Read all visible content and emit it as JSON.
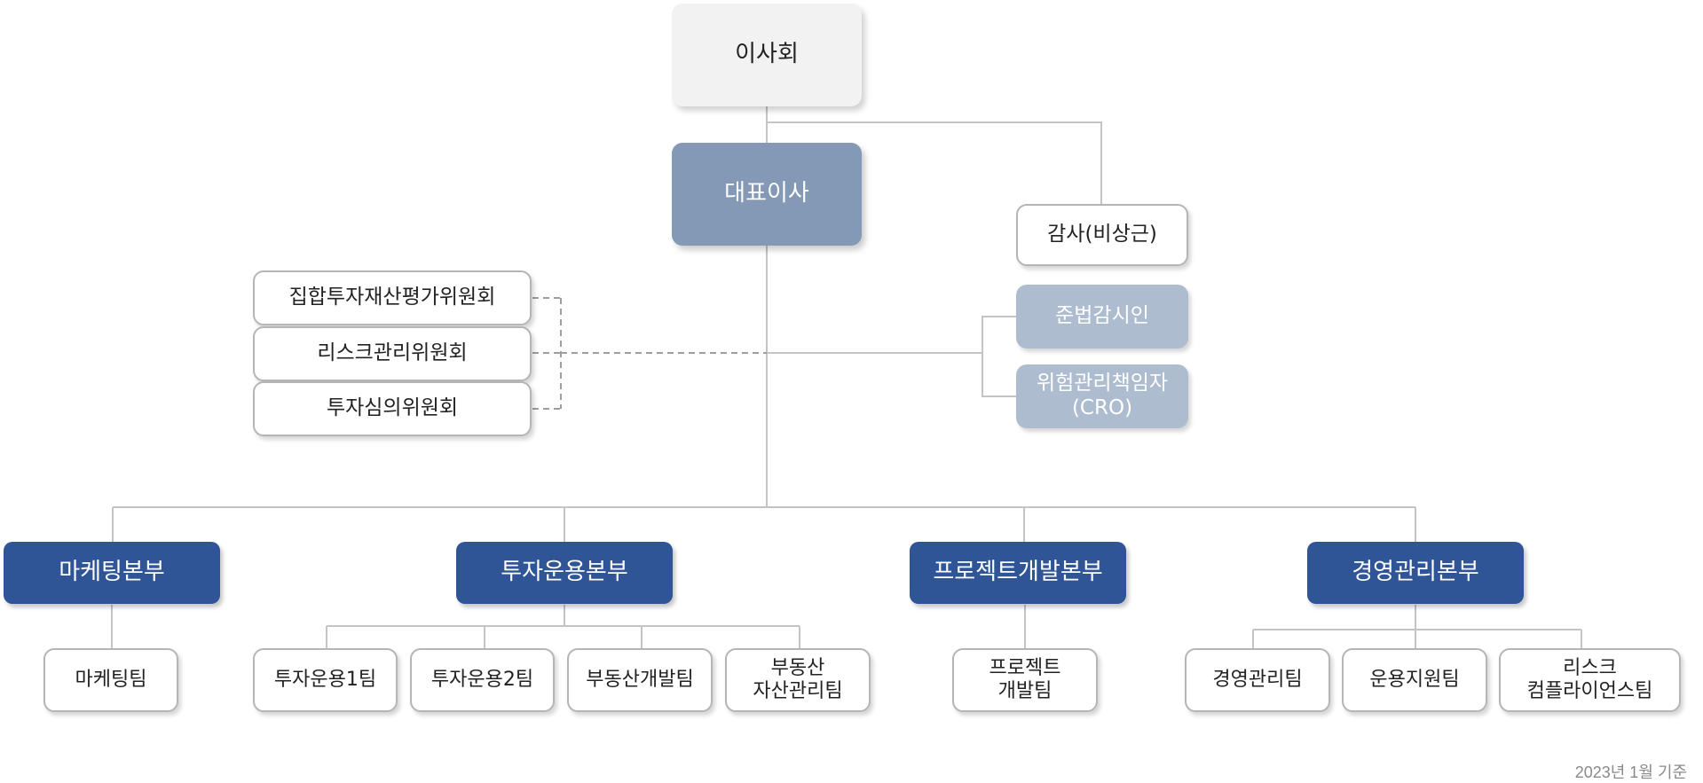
{
  "board": "이사회",
  "ceo": "대표이사",
  "auditor": "감사(비상근)",
  "compliance_officer": "준법감시인",
  "risk_officer": "위험관리책임자\n(CRO)",
  "committees": [
    "집합투자재산평가위원회",
    "리스크관리위원회",
    "투자심의위원회"
  ],
  "divisions": [
    {
      "name": "마케팅본부",
      "teams": [
        "마케팅팀"
      ]
    },
    {
      "name": "투자운용본부",
      "teams": [
        "투자운용1팀",
        "투자운용2팀",
        "부동산개발팀",
        "부동산\n자산관리팀"
      ]
    },
    {
      "name": "프로젝트개발본부",
      "teams": [
        "프로젝트\n개발팀"
      ]
    },
    {
      "name": "경영관리본부",
      "teams": [
        "경영관리팀",
        "운용지원팀",
        "리스크\n컴플라이언스팀"
      ]
    }
  ],
  "footnote": "2023년 1월 기준",
  "colors": {
    "board_fill": "#f2f2f2",
    "ceo_fill": "#8399b5",
    "officer_fill": "#aebcd0",
    "division_fill": "#2f5597",
    "line": "#c4c4c4",
    "dashed_line": "#9e9e9e"
  }
}
